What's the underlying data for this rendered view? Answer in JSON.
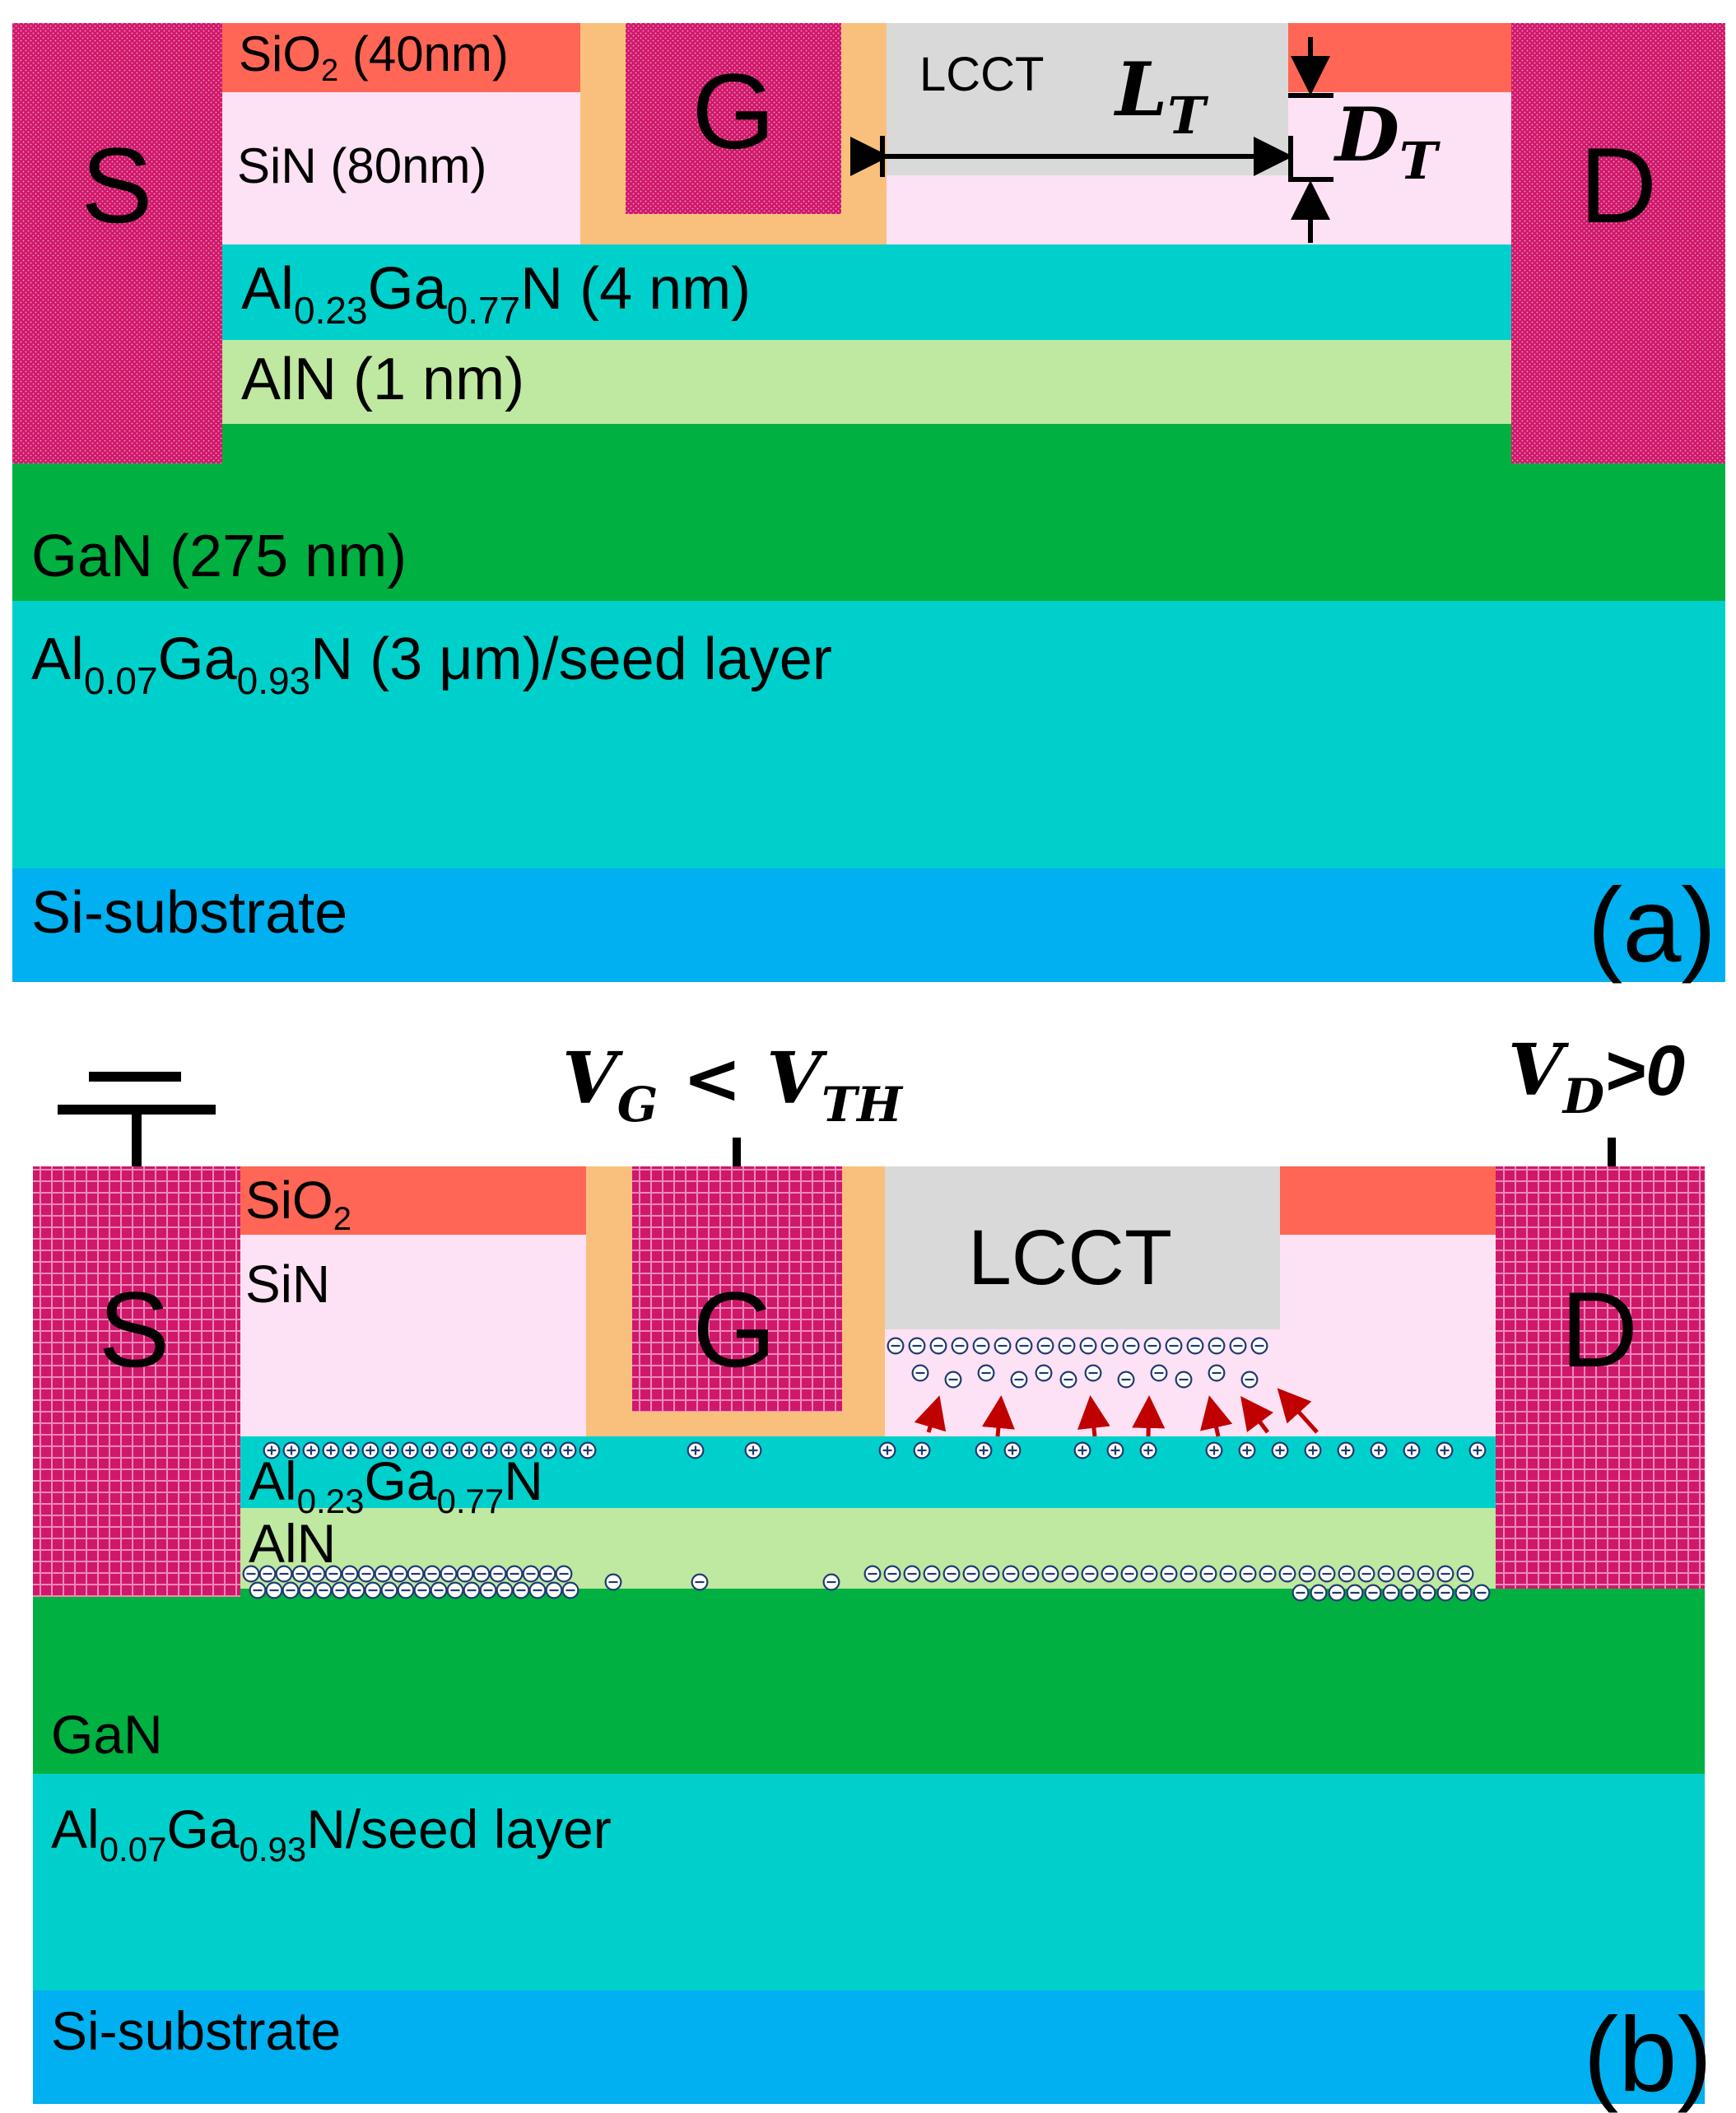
{
  "panel_a": {
    "source": "S",
    "gate": "G",
    "drain": "D",
    "sio2_base": "SiO",
    "sio2_sub": "2",
    "sio2_thick": " (40nm)",
    "sin_label": "SiN (80nm)",
    "lcct": "LCCT",
    "lt_main": "L",
    "lt_sub": "T",
    "dt_main": "D",
    "dt_sub": "T",
    "algan": {
      "a": "Al",
      "a_sub": "0.23",
      "b": "Ga",
      "b_sub": "0.77",
      "c": "N (4 nm)"
    },
    "aln_label": "AlN (1 nm)",
    "gan_label": "GaN (275 nm)",
    "buffer": {
      "a": "Al",
      "a_sub": "0.07",
      "b": "Ga",
      "b_sub": "0.93",
      "c": "N (3 μm)/seed layer"
    },
    "substrate": "Si-substrate",
    "panel_tag": "(a)"
  },
  "panel_b": {
    "source": "S",
    "gate": "G",
    "drain": "D",
    "sio2_base": "SiO",
    "sio2_sub": "2",
    "sin_label": "SiN",
    "lcct": "LCCT",
    "vg": {
      "v1": "V",
      "v1_sub": "G",
      "op": " < ",
      "v2": "V",
      "v2_sub": "TH"
    },
    "vd": {
      "v": "V",
      "v_sub": "D",
      "rest": ">0"
    },
    "algan": {
      "a": "Al",
      "a_sub": "0.23",
      "b": "Ga",
      "b_sub": "0.77",
      "c": "N"
    },
    "aln_label": "AlN",
    "gan_label": "GaN",
    "buffer": {
      "a": "Al",
      "a_sub": "0.07",
      "b": "Ga",
      "b_sub": "0.93",
      "c": "N/seed layer"
    },
    "substrate": "Si-substrate",
    "panel_tag": "(b)"
  },
  "colors": {
    "contact": "#d0186a",
    "sio2": "#ff6655",
    "sin": "#fde1f4",
    "gate_liner": "#f9c07d",
    "lcct": "#d9d9d9",
    "algan": "#00d0cc",
    "aln": "#bfe8a0",
    "gan": "#00b040",
    "buffer": "#00d0cc",
    "substrate": "#00b0f0",
    "arrow_red": "#c00000"
  }
}
